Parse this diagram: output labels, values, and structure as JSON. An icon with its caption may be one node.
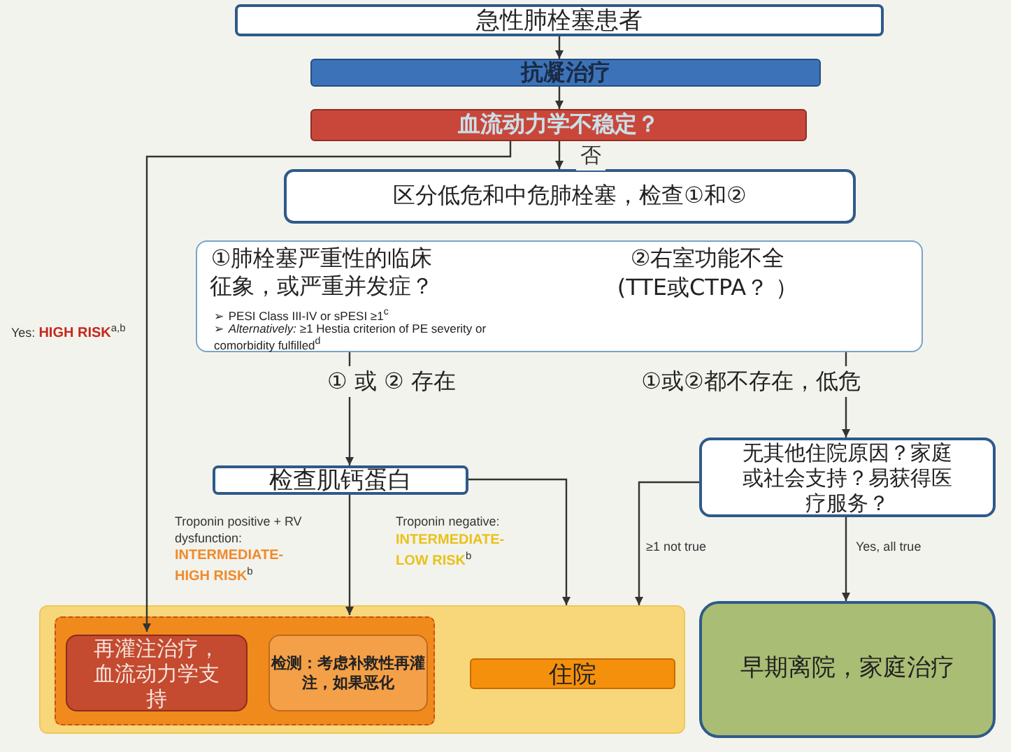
{
  "diagram": {
    "nodes": [
      {
        "text": [
          "急性肺栓塞患者"
        ]
      },
      {
        "text": [
          "抗凝治疗"
        ]
      },
      {
        "text": [
          "血流动力学不稳定？"
        ]
      },
      {
        "text": [
          "区分低危和中危肺栓塞，检查①和②"
        ]
      },
      {
        "text": [
          "①肺栓塞严重性的临床征象，或严重并发症？",
          "➢ PESI Class III-IV or sPESI ≥1$^{c}$",
          "➢ *Alternatively:* ≥1 Hestia criterion of PE severity or comorbidity fulfilled$^{d}$",
          "②右室功能不全 (TTE或CTPA？ ）"
        ]
      },
      {
        "text": [
          "① 或 ② 存在"
        ]
      },
      {
        "text": [
          "①或②都不存在，低危"
        ]
      },
      {
        "text": [
          "检查肌钙蛋白"
        ]
      },
      {
        "text": [
          "无其他住院原因？家庭或社会支持？易获得医疗服务？"
        ]
      },
      {
        "text": [],
        "shape": "box"
      },
      {
        "text": [],
        "shape": "box",
        "in": 9
      },
      {
        "text": [
          "再灌注治疗，血流动力学支持"
        ],
        "in": 10
      },
      {
        "text": [
          "检测：考虑补救性再灌注，如果恶化"
        ],
        "in": 10
      },
      {
        "text": [
          "住院"
        ],
        "in": 9
      },
      {
        "text": [
          "早期离院，家庭治疗"
        ]
      }
    ],
    "edges": [
      {
        "from": 0,
        "to": 1,
        "arrow": "to"
      },
      {
        "from": 1,
        "to": 2,
        "arrow": "to"
      },
      {
        "from": 2,
        "to": 3,
        "arrow": "to",
        "label": "否"
      },
      {
        "from": 2,
        "to": 11,
        "arrow": "to",
        "label": "Yes: **HIGH RISK**$^{a,b}$"
      },
      {
        "from": 4,
        "to": 5,
        "arrow": "none"
      },
      {
        "from": 5,
        "to": 7,
        "arrow": "to"
      },
      {
        "from": 4,
        "to": 6,
        "arrow": "none"
      },
      {
        "from": 6,
        "to": 8,
        "arrow": "to"
      },
      {
        "from": 7,
        "to": 10,
        "arrow": "to",
        "label": "Troponin positive + RV dysfunction: **INTERMEDIATE-HIGH RISK**$^{b}$"
      },
      {
        "from": 7,
        "to": 9,
        "arrow": "to",
        "label": "Troponin negative: **INTERMEDIATE-LOW RISK**$^{b}$"
      },
      {
        "from": 8,
        "to": 9,
        "arrow": "to",
        "label": "≥1 not true"
      },
      {
        "from": 8,
        "to": 14,
        "arrow": "to",
        "label": "Yes, all true"
      }
    ]
  }
}
